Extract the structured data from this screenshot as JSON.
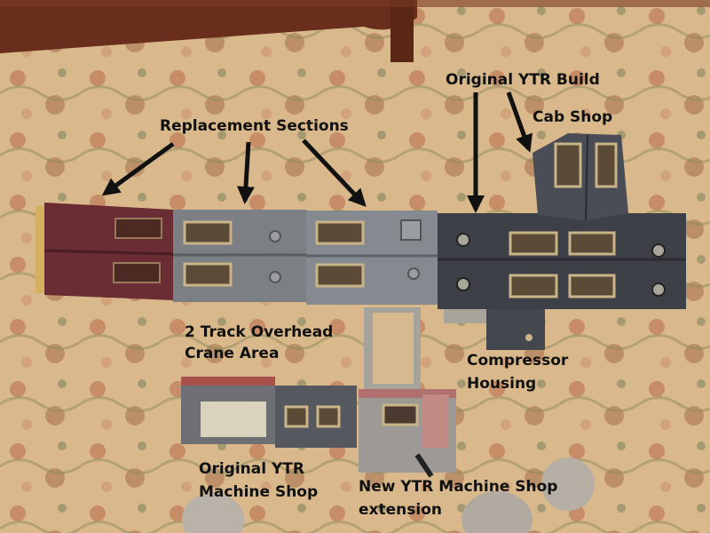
{
  "labels": {
    "replacement_sections": "Replacement Sections",
    "original_ytr_build": "Original YTR Build",
    "cab_shop": "Cab Shop",
    "crane_area_line1": "2 Track Overhead",
    "crane_area_line2": "Crane Area",
    "compressor_line1": "Compressor",
    "compressor_line2": "Housing",
    "orig_machine_line1": "Original YTR",
    "orig_machine_line2": "Machine Shop",
    "new_machine_line1": "New YTR Machine Shop",
    "new_machine_line2": "extension"
  },
  "colors": {
    "carpet": "#d9b98c",
    "carpet_pattern": "#b56a48",
    "maroon_roof": "#6b2d34",
    "gray_roof": "#7c8085",
    "dark_roof": "#3d4047",
    "window_frame": "#c9b48a",
    "window_pane": "#5a4a36",
    "arrow": "#111111",
    "furniture": "#6a2f1c"
  }
}
